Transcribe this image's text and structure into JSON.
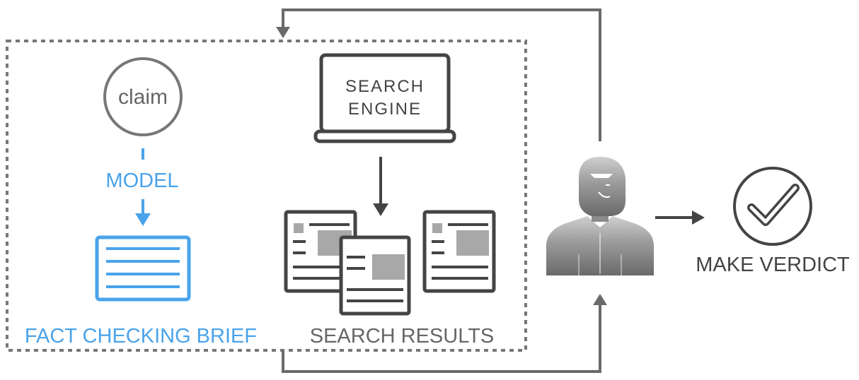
{
  "claim_node": {
    "label": "claim"
  },
  "model_step": {
    "label": "MODEL"
  },
  "search_engine": {
    "line1": "SEARCH",
    "line2": "ENGINE"
  },
  "fact_checking_brief": {
    "label": "FACT CHECKING BRIEF"
  },
  "search_results": {
    "label": "SEARCH RESULTS"
  },
  "verdict": {
    "label": "MAKE VERDICT",
    "icon": "checkmark-circle-icon"
  },
  "human_checker": {
    "icon": "person-icon"
  },
  "colors": {
    "blue": "#4aa3ea",
    "gray": "#666666",
    "dark": "#444444",
    "light_gray": "#a8a8a8"
  }
}
